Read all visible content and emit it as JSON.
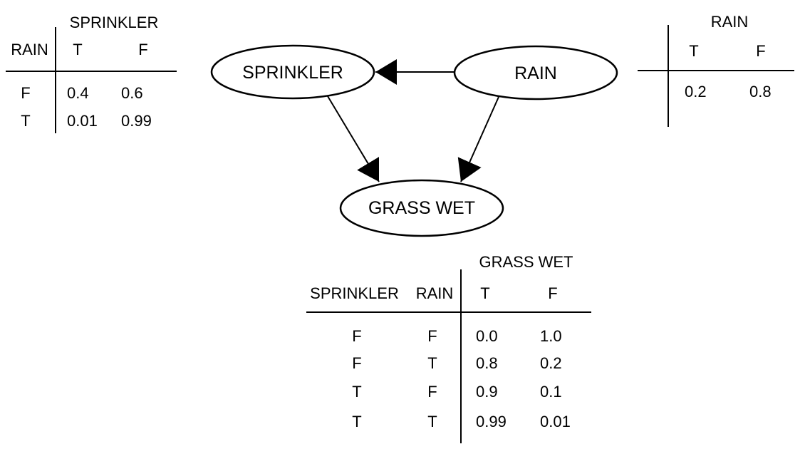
{
  "diagram": {
    "nodes": {
      "sprinkler": "SPRINKLER",
      "rain": "RAIN",
      "grass_wet": "GRASS WET"
    },
    "edges": [
      {
        "from": "RAIN",
        "to": "SPRINKLER"
      },
      {
        "from": "SPRINKLER",
        "to": "GRASS WET"
      },
      {
        "from": "RAIN",
        "to": "GRASS WET"
      }
    ]
  },
  "cpt_sprinkler": {
    "title": "SPRINKLER",
    "condition_label": "RAIN",
    "columns": [
      "T",
      "F"
    ],
    "rows": [
      {
        "condition": "F",
        "values": [
          "0.4",
          "0.6"
        ]
      },
      {
        "condition": "T",
        "values": [
          "0.01",
          "0.99"
        ]
      }
    ]
  },
  "cpt_rain": {
    "title": "RAIN",
    "columns": [
      "T",
      "F"
    ],
    "values": [
      "0.2",
      "0.8"
    ]
  },
  "cpt_grass_wet": {
    "title": "GRASS WET",
    "condition_labels": [
      "SPRINKLER",
      "RAIN"
    ],
    "columns": [
      "T",
      "F"
    ],
    "rows": [
      {
        "sprinkler": "F",
        "rain": "F",
        "values": [
          "0.0",
          "1.0"
        ]
      },
      {
        "sprinkler": "F",
        "rain": "T",
        "values": [
          "0.8",
          "0.2"
        ]
      },
      {
        "sprinkler": "T",
        "rain": "F",
        "values": [
          "0.9",
          "0.1"
        ]
      },
      {
        "sprinkler": "T",
        "rain": "T",
        "values": [
          "0.99",
          "0.01"
        ]
      }
    ]
  },
  "colors": {
    "ink": "#000000",
    "background": "#ffffff"
  }
}
